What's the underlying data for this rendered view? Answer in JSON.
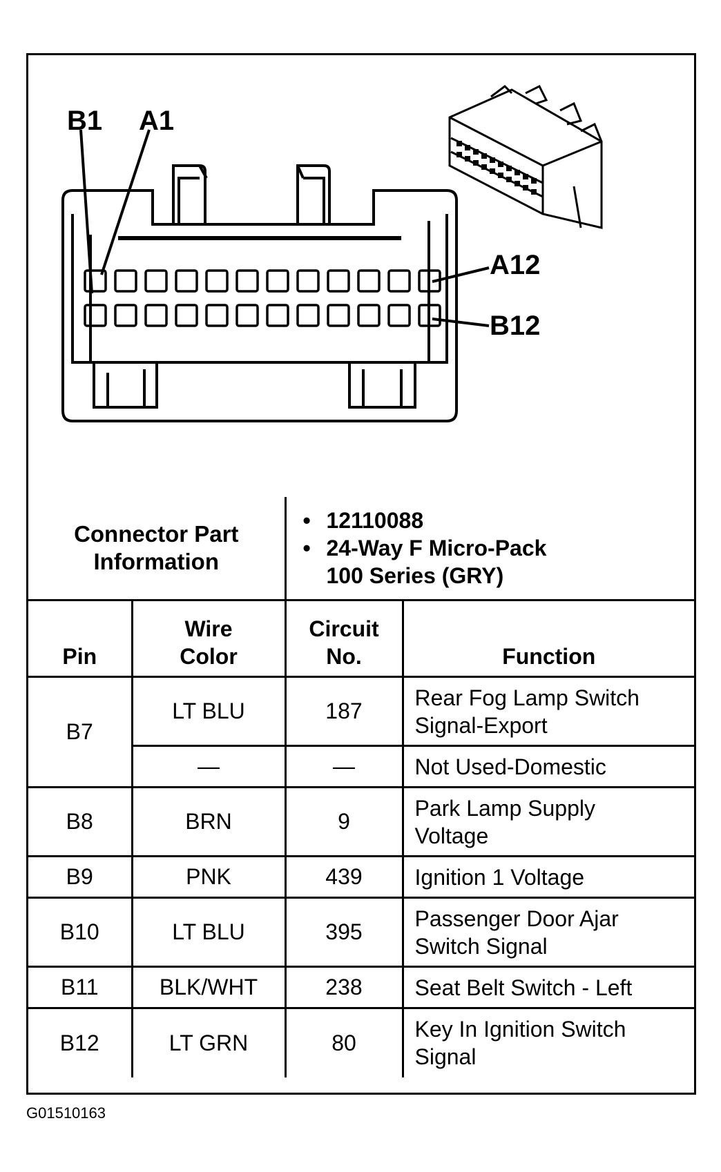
{
  "diagram": {
    "callouts": {
      "b1": "B1",
      "a1": "A1",
      "a12": "A12",
      "b12": "B12"
    }
  },
  "connector_info": {
    "label": "Connector Part Information",
    "part_number": "12110088",
    "description_line1": "24-Way F Micro-Pack",
    "description_line2": "100 Series (GRY)"
  },
  "table": {
    "headers": {
      "pin": "Pin",
      "wire_color_line1": "Wire",
      "wire_color_line2": "Color",
      "circuit_line1": "Circuit",
      "circuit_line2": "No.",
      "function": "Function"
    },
    "rows": [
      {
        "pin": "B7",
        "wire": "LT BLU",
        "circuit": "187",
        "function_line1": "Rear Fog Lamp Switch",
        "function_line2": "Signal-Export"
      },
      {
        "pin": "",
        "wire": "—",
        "circuit": "—",
        "function_line1": "Not Used-Domestic",
        "function_line2": ""
      },
      {
        "pin": "B8",
        "wire": "BRN",
        "circuit": "9",
        "function_line1": "Park Lamp Supply",
        "function_line2": "Voltage"
      },
      {
        "pin": "B9",
        "wire": "PNK",
        "circuit": "439",
        "function_line1": "Ignition 1 Voltage",
        "function_line2": ""
      },
      {
        "pin": "B10",
        "wire": "LT BLU",
        "circuit": "395",
        "function_line1": "Passenger Door Ajar",
        "function_line2": "Switch Signal"
      },
      {
        "pin": "B11",
        "wire": "BLK/WHT",
        "circuit": "238",
        "function_line1": "Seat Belt Switch - Left",
        "function_line2": ""
      },
      {
        "pin": "B12",
        "wire": "LT GRN",
        "circuit": "80",
        "function_line1": "Key In Ignition Switch",
        "function_line2": "Signal"
      }
    ]
  },
  "figure_id": "G01510163"
}
